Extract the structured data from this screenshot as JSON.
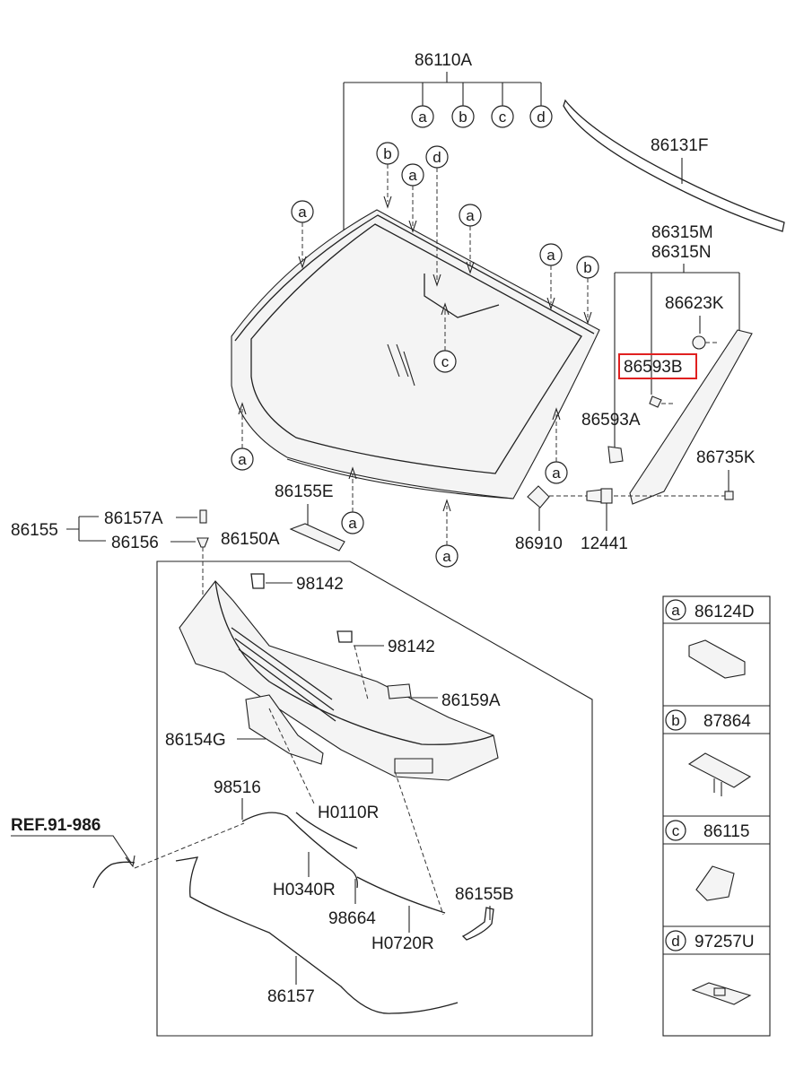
{
  "parts": {
    "p86110A": "86110A",
    "p86131F": "86131F",
    "p86315M": "86315M",
    "p86315N": "86315N",
    "p86623K": "86623K",
    "p86593B": "86593B",
    "p86593A": "86593A",
    "p86735K": "86735K",
    "p86910": "86910",
    "p12441": "12441",
    "p86155E": "86155E",
    "p86155": "86155",
    "p86157A": "86157A",
    "p86156": "86156",
    "p86150A": "86150A",
    "p98142a": "98142",
    "p98142b": "98142",
    "p86159A": "86159A",
    "p86154G": "86154G",
    "p98516": "98516",
    "p H0110R": "H0110R",
    "pH0110R": "H0110R",
    "pH0340R": "H0340R",
    "p98664": "98664",
    "pH0720R": "H0720R",
    "p86155B": "86155B",
    "p86157": "86157",
    "ref": "REF.91-986"
  },
  "callouts": {
    "a": "a",
    "b": "b",
    "c": "c",
    "d": "d"
  },
  "legend": [
    {
      "letter": "a",
      "part": "86124D"
    },
    {
      "letter": "b",
      "part": "87864"
    },
    {
      "letter": "c",
      "part": "86115"
    },
    {
      "letter": "d",
      "part": "97257U"
    }
  ],
  "highlight": {
    "color": "#e02020",
    "part": "86593B"
  }
}
